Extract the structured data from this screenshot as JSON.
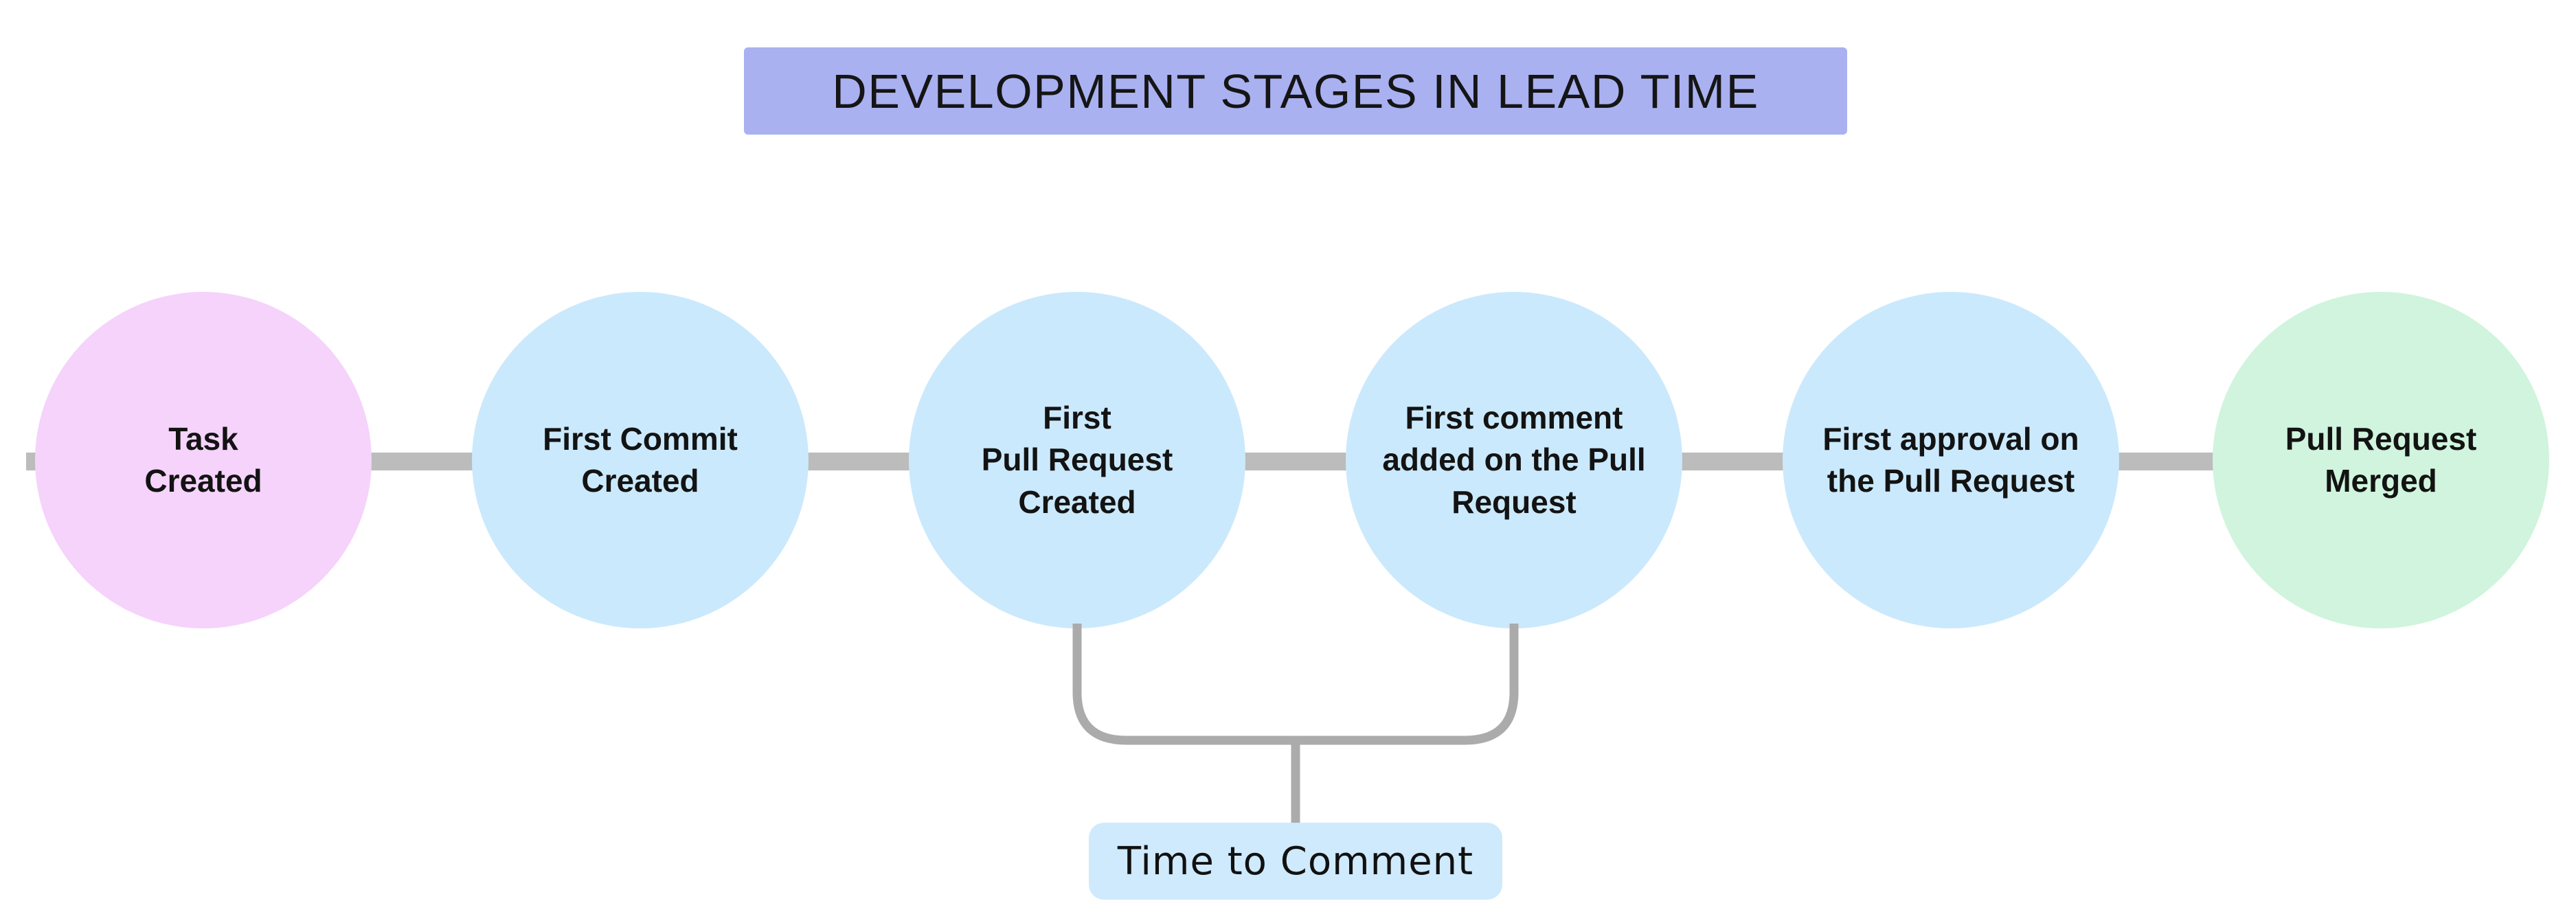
{
  "title": {
    "text": "DEVELOPMENT STAGES IN LEAD TIME",
    "bg": "#a9b1f1"
  },
  "colors": {
    "background": "#ffffff",
    "connector": "#bcbcbc",
    "bracket": "#ababab",
    "text": "#141414"
  },
  "stages": [
    {
      "label": "Task\nCreated",
      "color": "#f5d3fb"
    },
    {
      "label": "First Commit\nCreated",
      "color": "#cbe9fc"
    },
    {
      "label": "First\nPull Request\nCreated",
      "color": "#cbe9fc"
    },
    {
      "label": "First comment\nadded on the Pull\nRequest",
      "color": "#cbe9fc"
    },
    {
      "label": "First approval on\nthe Pull Request",
      "color": "#cbe9fc"
    },
    {
      "label": "Pull Request\nMerged",
      "color": "#d0f4dd"
    }
  ],
  "annotation": {
    "label": "Time to Comment",
    "bg": "#cfeafc"
  }
}
